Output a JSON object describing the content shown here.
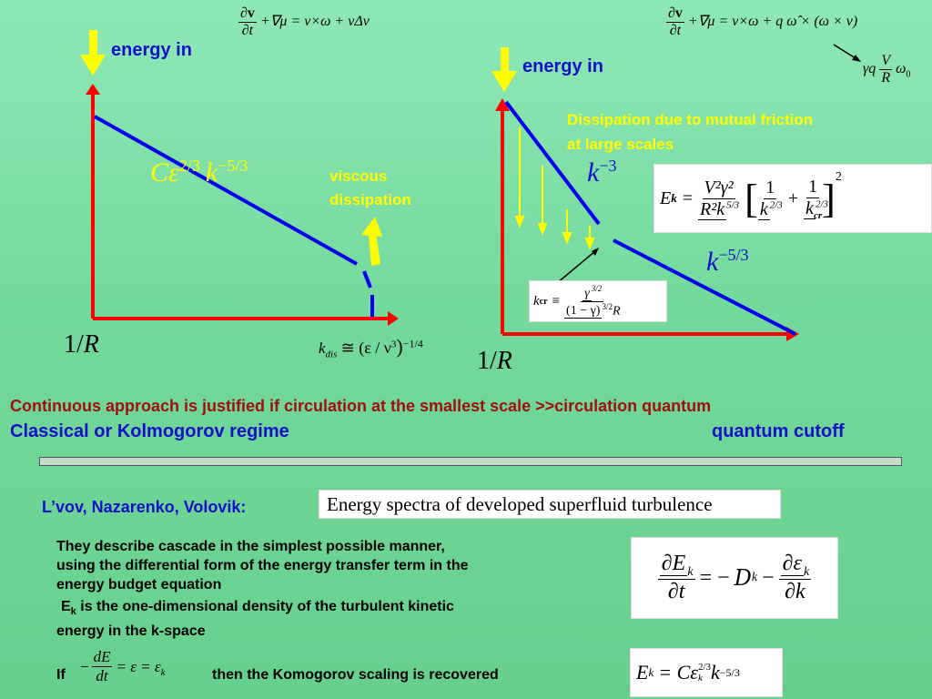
{
  "left": {
    "energy_in": "energy in",
    "eq_top": {
      "dv": "∂v",
      "dt": "∂t",
      "rhs": "+∇μ = v×ω + νΔv"
    },
    "law": {
      "C": "Cε",
      "exp1": "2/3",
      "k": "k",
      "exp2": "−5/3"
    },
    "viscous": [
      "viscous",
      "dissipation"
    ],
    "xlabel": {
      "one": "1/",
      "R": "R"
    },
    "kdis": {
      "k": "k",
      "sub": "dis",
      "rhs": "≅ (ε / ν",
      "cube": "3",
      "close": ")",
      "exp": "−1/4"
    }
  },
  "right": {
    "energy_in": "energy in",
    "eq_top": {
      "dv": "∂v",
      "dt": "∂t",
      "rhs": "+∇μ = v×ω + q ω̂ × (ω × v)"
    },
    "gq": {
      "pre": "γq",
      "num": "V",
      "den": "R",
      "post": "ω",
      "sub": "0"
    },
    "mutual": [
      "Dissipation due to mutual friction",
      "at large scales"
    ],
    "k3": {
      "k": "k",
      "exp": "−3"
    },
    "k53": {
      "k": "k",
      "exp": "−5/3"
    },
    "ek_formula": {
      "lhs": "E",
      "lhs_sub": "k",
      "eq": "=",
      "num": "V²γ²",
      "den": "R²k",
      "den_exp": "5/3",
      "b1_num": "1",
      "b1_den": "k",
      "b1_den_exp": "2/3",
      "plus": "+",
      "b2_num": "1",
      "b2_den": "k",
      "b2_den_exp": "2/3",
      "b2_den_sub": "cr",
      "power": "2"
    },
    "kcr_formula": {
      "lhs": "k",
      "lhs_sub": "cr",
      "eq": "≡",
      "num": "γ",
      "num_exp": "3/2",
      "den": "(1 − γ)",
      "den_exp": "3/2",
      "den_tail": "R"
    },
    "xlabel": {
      "one": "1/",
      "R": "R"
    }
  },
  "statement_red": "Continuous approach is justified if circulation at the smallest scale >>circulation quantum",
  "classical": "Classical or Kolmogorov regime",
  "quantum_cutoff": "quantum cutoff",
  "authors": "L’vov, Nazarenko, Volovik:",
  "paper_title": "Energy spectra of developed superfluid turbulence",
  "desc_lines": [
    "They describe cascade in the simplest possible manner,",
    "using the differential form of the energy transfer term in the",
    "energy budget equation"
  ],
  "ek_desc": {
    "E": "E",
    "sub": "k",
    "rest": " is the one-dimensional density of the turbulent kinetic",
    "line2": "energy in the k-space"
  },
  "budget": {
    "lhs_num": "∂E",
    "lhs_num_sub": "k",
    "lhs_den": "∂t",
    "eq": "= −",
    "D": "D",
    "D_sub": "k",
    "minus": "−",
    "r_num": "∂ε",
    "r_num_sub": "k",
    "r_den": "∂k"
  },
  "if_line": {
    "if": "If",
    "minus": "−",
    "num": "dE",
    "den": "dt",
    "rhs": "= ε = ε",
    "rhs_sub": "k",
    "then": "then the Komogorov scaling is recovered"
  },
  "kolm": {
    "lhs": "E",
    "lhs_sub": "k",
    "eq": "= Cε",
    "eps_sup": "2/3",
    "eps_sub": "k",
    "k": "k",
    "k_exp": "−5/3"
  }
}
